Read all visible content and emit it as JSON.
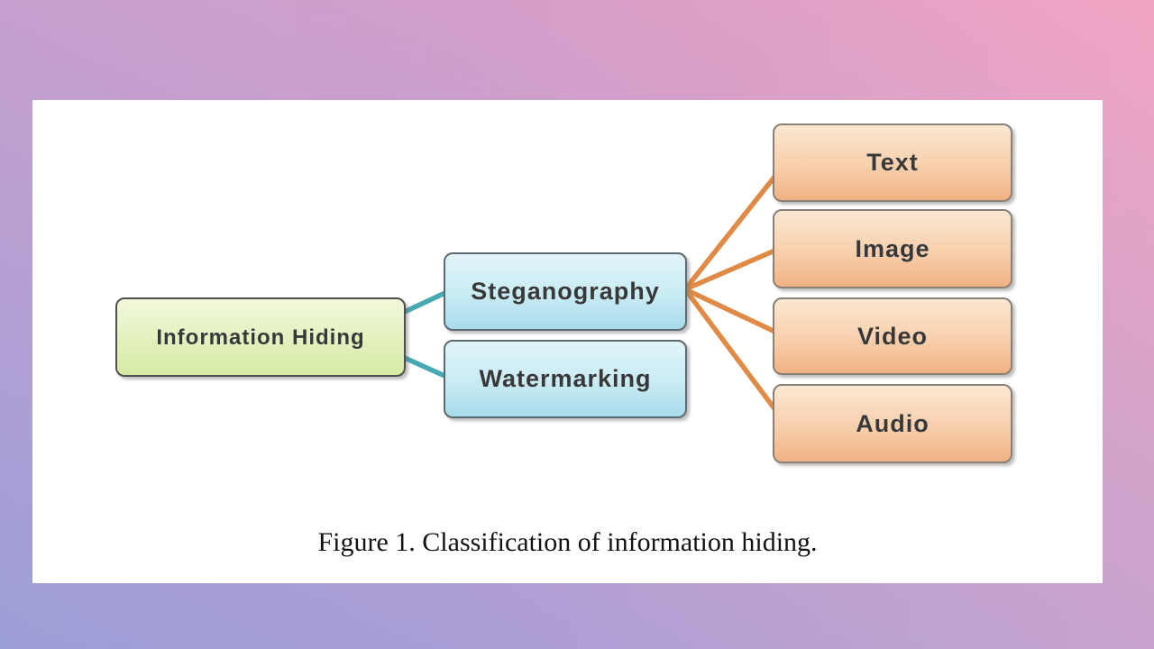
{
  "figure": {
    "caption": "Figure 1. Classification of information hiding."
  },
  "diagram": {
    "type": "classification-tree",
    "root": {
      "label": "Information Hiding"
    },
    "branches": [
      {
        "label": "Steganography",
        "children": [
          "Text",
          "Image",
          "Video",
          "Audio"
        ]
      },
      {
        "label": "Watermarking",
        "children": []
      }
    ],
    "leaves": [
      {
        "label": "Text"
      },
      {
        "label": "Image"
      },
      {
        "label": "Video"
      },
      {
        "label": "Audio"
      }
    ]
  },
  "colors": {
    "root_fill_top": "#f1f8dc",
    "root_fill_bottom": "#d5eaa4",
    "branch_fill_top": "#e2f5fa",
    "branch_fill_bottom": "#a8dbeb",
    "leaf_fill_top": "#fbe7d3",
    "leaf_fill_bottom": "#f1b285",
    "teal_connector": "#46a9b2",
    "orange_connector": "#e08a45",
    "panel_background": "#ffffff",
    "bg_top_left": "#a98fc5",
    "bg_top_right": "#f2a9c4",
    "bg_bottom_left": "#96abe0",
    "bg_bottom_right": "#c98bbc"
  }
}
